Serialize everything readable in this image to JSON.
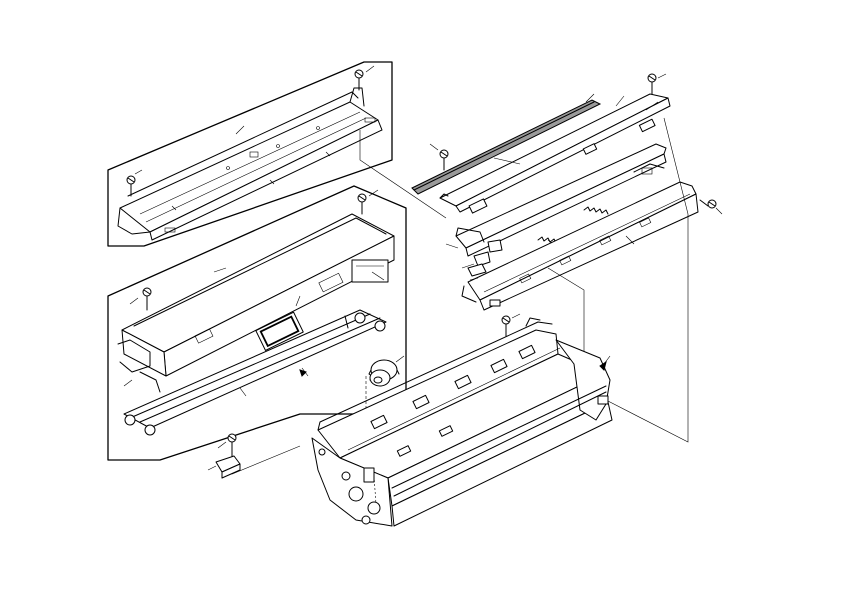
{
  "diagram": {
    "kind": "exploded-parts-view",
    "colors": {
      "line": "#000000",
      "background": "#ffffff",
      "blade_fill": "#9a9a9a",
      "part_fill": "#ffffff"
    },
    "insets": [
      {
        "name": "upper-guide-plate-inset",
        "screws": 2
      },
      {
        "name": "development-unit-cover-inset",
        "screws": 2
      }
    ],
    "parts": [
      "upper-guide-plate",
      "cover-assembly",
      "lower-guide-rod-assembly",
      "doctor-blade",
      "blade-holder-plate",
      "spring-bracket-plate",
      "tension-springs",
      "front-rail",
      "drive-gear",
      "small-bracket",
      "development-unit-base"
    ],
    "screw_count": 8
  }
}
